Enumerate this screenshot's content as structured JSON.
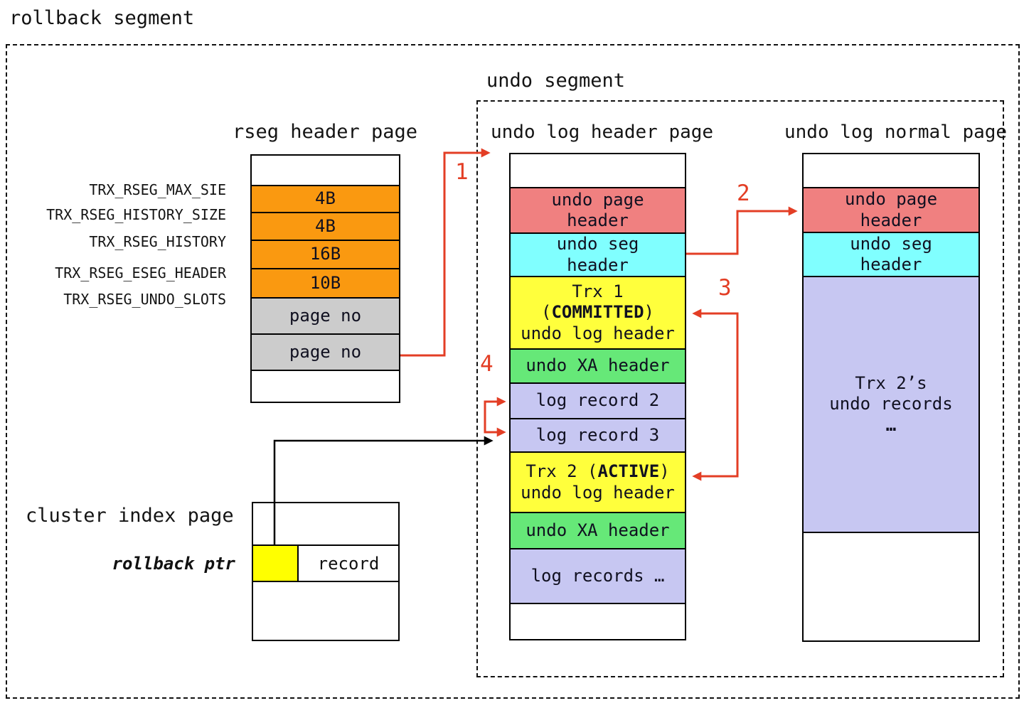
{
  "palette": {
    "orange": "#FA9910",
    "gray": "#CCCCCC",
    "coral": "#F08080",
    "cyan": "#80FFFF",
    "yellow": "#FFFF3C",
    "yellow_pure": "#FFFF00",
    "green": "#66E878",
    "lavender": "#C7C7F2",
    "arrow_red": "#E33E25"
  },
  "title": "rollback segment",
  "undo_segment": {
    "label": "undo segment"
  },
  "rseg": {
    "title": "rseg header page",
    "field_labels": [
      "TRX_RSEG_MAX_SIE",
      "TRX_RSEG_HISTORY_SIZE",
      "TRX_RSEG_HISTORY",
      "TRX_RSEG_ESEG_HEADER",
      "TRX_RSEG_UNDO_SLOTS"
    ],
    "rows": [
      "4B",
      "4B",
      "16B",
      "10B",
      "page no",
      "page no"
    ]
  },
  "header_page": {
    "title": "undo log header page",
    "undo_page_header": [
      "undo page",
      "header"
    ],
    "undo_seg_header": [
      "undo seg",
      "header"
    ],
    "trx1": {
      "line1": "Trx 1",
      "open": "(",
      "status": "COMMITTED",
      "close": ")",
      "line3": "undo log header"
    },
    "xa1": "undo XA header",
    "log_record_2": "log record 2",
    "log_record_3": "log record 3",
    "trx2": {
      "pre": "Trx 2 (",
      "status": "ACTIVE",
      "close": ")",
      "line2": "undo log header"
    },
    "xa2": "undo XA header",
    "log_records_more": "log records …"
  },
  "normal_page": {
    "title": "undo log normal page",
    "undo_page_header": [
      "undo page",
      "header"
    ],
    "undo_seg_header": [
      "undo seg",
      "header"
    ],
    "trx2_records": [
      "Trx 2’s",
      "undo records",
      "…"
    ]
  },
  "cluster": {
    "title": "cluster index page",
    "rollback_ptr": "rollback ptr",
    "record": "record"
  },
  "arrow_labels": {
    "a1": "1",
    "a2": "2",
    "a3": "3",
    "a4": "4"
  }
}
